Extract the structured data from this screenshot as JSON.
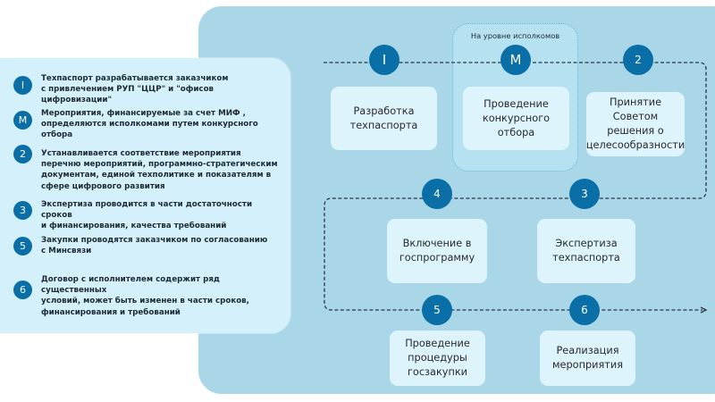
{
  "notes": [
    {
      "badge": "I",
      "text": "Техпаспорт разрабатывается заказчиком\nс привлечением РУП \"ЦЦР\" и \"офисов цифровизации\""
    },
    {
      "badge": "M",
      "text": "Мероприятия, финансируемые за счет МИФ ,\nопределяются исполкомами путем конкурсного\nотбора"
    },
    {
      "badge": "2",
      "text": "Устанавливается соответствие мероприятия\nперечню мероприятий, программно-стратегическим\nдокументам,  единой техполитике и показателям в\nсфере цифрового развития"
    },
    {
      "badge": "3",
      "text": "Экспертиза проводится в части достаточности сроков\n и финансирования, качества требований"
    },
    {
      "badge": "5",
      "text": "Закупки проводятся заказчиком по согласованию\nс Минсвязи"
    },
    {
      "badge": "6",
      "text": "Договор с исполнителем содержит ряд существенных\nусловий,  может быть изменен  в части сроков,\nфинансирования и требований"
    }
  ],
  "zone": {
    "label": "На уровне исполкомов"
  },
  "steps": [
    {
      "badge": "I",
      "label": "Разработка\nтехпаспорта"
    },
    {
      "badge": "M",
      "label": "Проведение\nконкурсного\nотбора"
    },
    {
      "badge": "2",
      "label": "Принятие\nСоветом\nрешения о\nцелесообразности"
    },
    {
      "badge": "3",
      "label": "Экспертиза\nтехпаспорта"
    },
    {
      "badge": "4",
      "label": "Включение в\nгоспрограмму"
    },
    {
      "badge": "5",
      "label": "Проведение\nпроцедуры\nгосзакупки"
    },
    {
      "badge": "6",
      "label": "Реализация\nмероприятия"
    }
  ],
  "colors": {
    "accent": "#0a6fa6",
    "panel": "#a9d7e8",
    "notes_panel": "#d3f0fb",
    "box": "#ddf4fd"
  }
}
